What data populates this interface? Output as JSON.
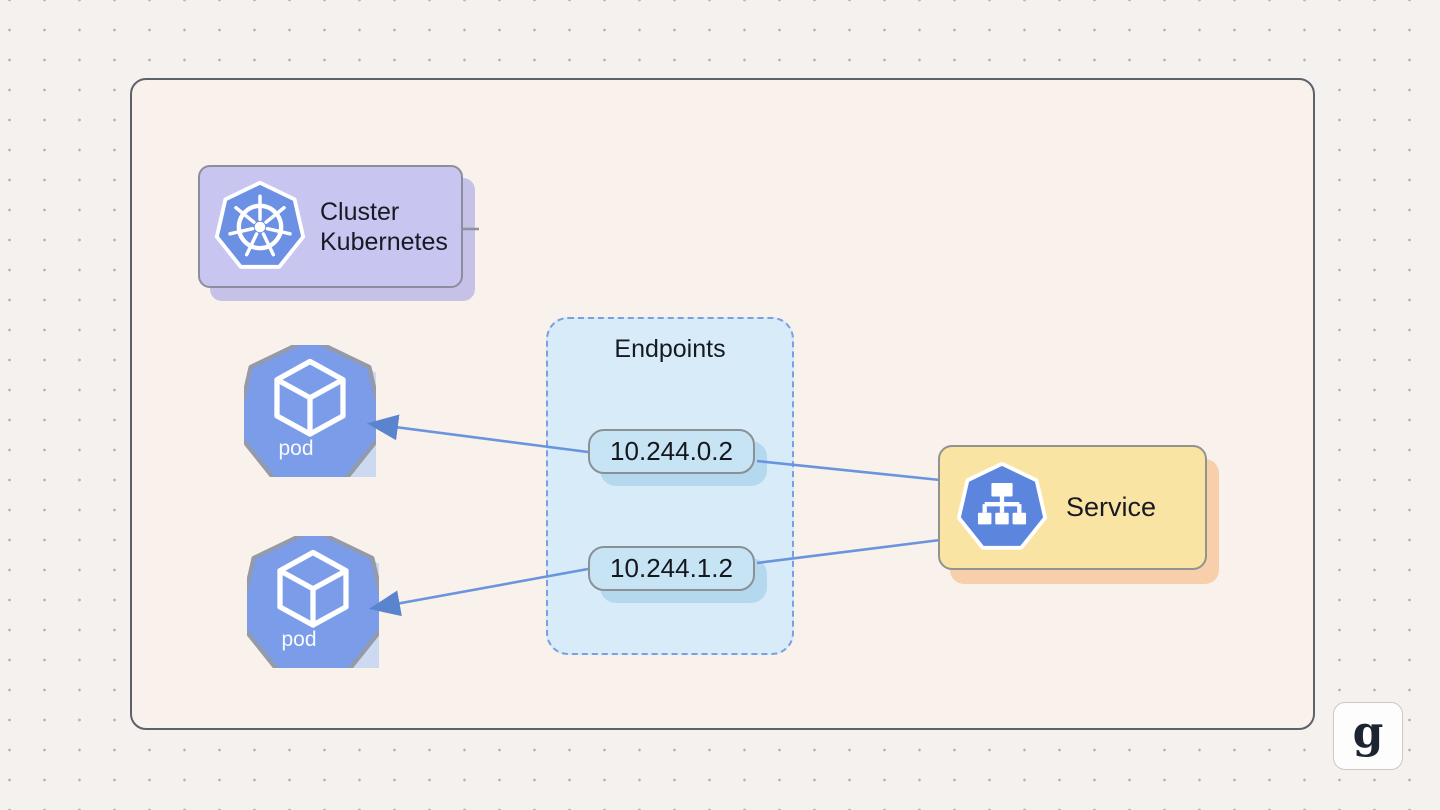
{
  "diagram": {
    "type": "kubernetes-service-endpoints",
    "cluster": {
      "line1": "Cluster",
      "line2": "Kubernetes"
    },
    "endpoints": {
      "title": "Endpoints",
      "items": [
        "10.244.0.2",
        "10.244.1.2"
      ]
    },
    "pods": [
      {
        "label": "pod"
      },
      {
        "label": "pod"
      }
    ],
    "service": {
      "label": "Service"
    },
    "connections": [
      {
        "from": "endpoint-10.244.0.2",
        "to": "pod-1",
        "arrow": true
      },
      {
        "from": "endpoint-10.244.1.2",
        "to": "pod-2",
        "arrow": true
      },
      {
        "from": "service",
        "to": "endpoint-10.244.0.2",
        "arrow": false
      },
      {
        "from": "service",
        "to": "endpoint-10.244.1.2",
        "arrow": false
      }
    ]
  },
  "watermark": {
    "label": "g"
  },
  "icons": [
    "kubernetes-logo-icon",
    "pod-cube-icon",
    "pod-cube-icon",
    "service-sitemap-icon"
  ],
  "colors": {
    "page_background": "#f4f1ef",
    "cluster_fill": "#f9f1ec",
    "cluster_border": "#5d6169",
    "cluster_label_fill": "#c8c6f0",
    "kubernetes_blue": "#6b90e4",
    "pod_blue": "#7b9ce8",
    "service_icon_blue": "#5c85de",
    "endpoints_fill": "#d7ecf8",
    "endpoints_dash": "#7b9fe0",
    "ip_pill_fill": "#c6e4f4",
    "service_fill": "#fae4a4",
    "service_shadow": "#f8cfab",
    "connector_blue": "#6a94dd",
    "text_dark": "#171a22"
  }
}
